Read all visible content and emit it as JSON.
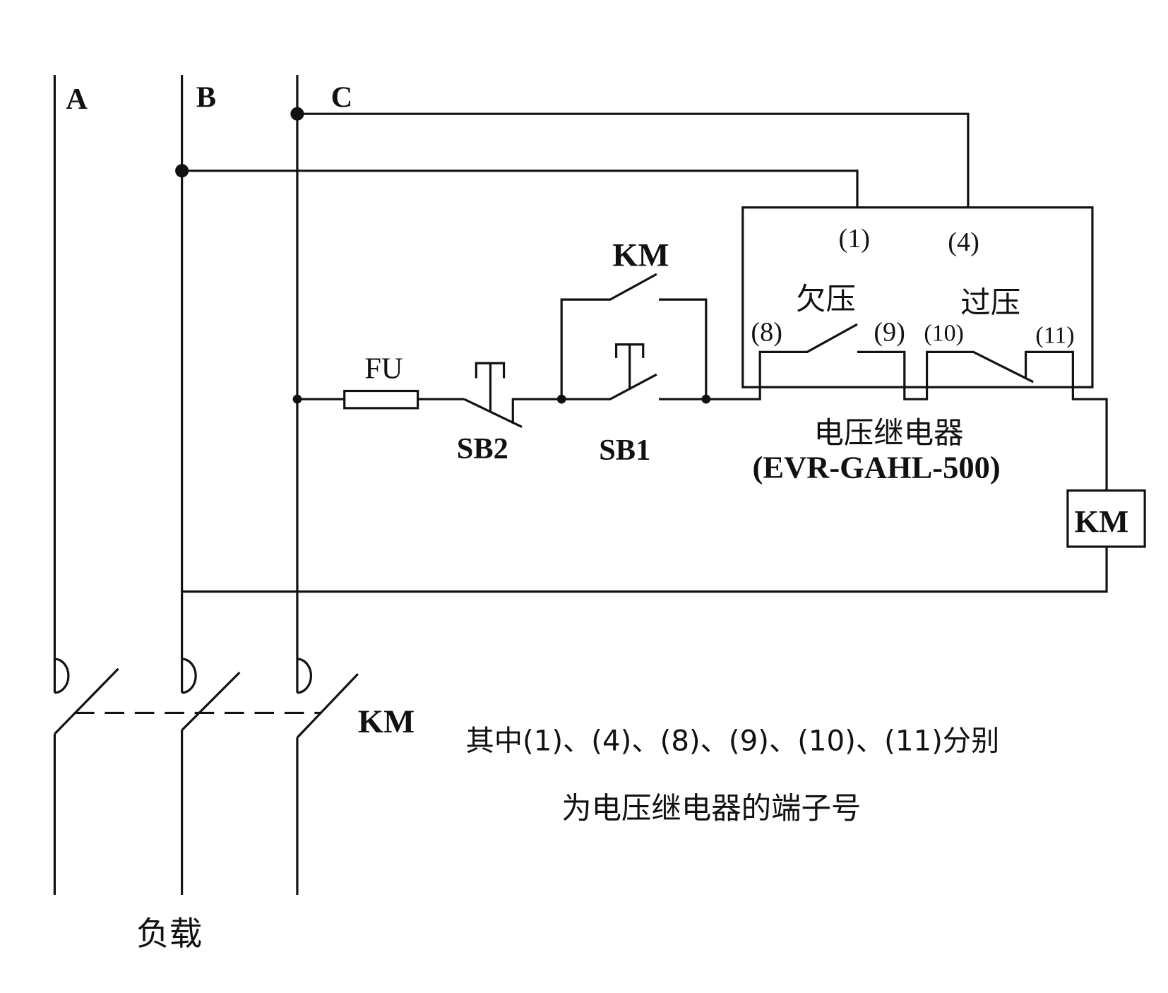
{
  "phases": {
    "a": "A",
    "b": "B",
    "c": "C"
  },
  "relay": {
    "terminals": {
      "t1": "(1)",
      "t4": "(4)",
      "t8": "(8)",
      "t9": "(9)",
      "t10": "(10)",
      "t11": "(11)"
    },
    "undervoltage": "欠压",
    "overvoltage": "过压",
    "name": "电压继电器",
    "model": "(EVR-GAHL-500)"
  },
  "components": {
    "fuse": "FU",
    "stop_button": "SB2",
    "start_button": "SB1",
    "aux_contact": "KM",
    "coil": "KM",
    "main_contacts": "KM"
  },
  "load": "负载",
  "note": {
    "line1": "其中(1)、(4)、(8)、(9)、(10)、(11)分别",
    "line2": "为电压继电器的端子号"
  }
}
